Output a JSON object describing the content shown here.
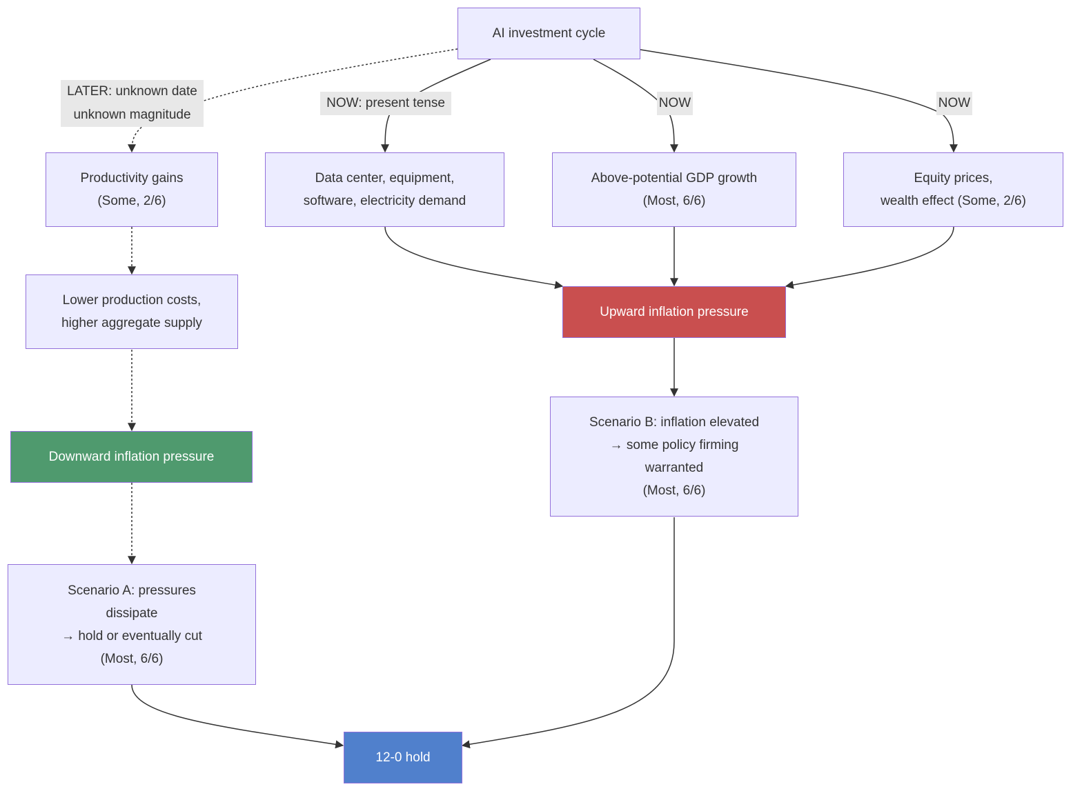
{
  "nodes": {
    "ai_cycle": {
      "lines": [
        "AI investment cycle"
      ]
    },
    "productivity": {
      "lines": [
        "Productivity gains",
        "(Some, 2/6)"
      ]
    },
    "data_center": {
      "lines": [
        "Data center, equipment,",
        "software, electricity demand"
      ]
    },
    "gdp": {
      "lines": [
        "Above-potential GDP growth",
        "(Most, 6/6)"
      ]
    },
    "equity": {
      "lines": [
        "Equity prices,",
        "wealth effect (Some, 2/6)"
      ]
    },
    "lower_costs": {
      "lines": [
        "Lower production costs,",
        "higher aggregate supply"
      ]
    },
    "upward": {
      "lines": [
        "Upward inflation pressure"
      ],
      "color": "#c94f4f"
    },
    "downward": {
      "lines": [
        "Downward inflation pressure"
      ],
      "color": "#4f9a6e"
    },
    "scenario_b": {
      "lines": [
        "Scenario B: inflation elevated",
        "→ some policy firming",
        "warranted",
        "(Most, 6/6)"
      ]
    },
    "scenario_a": {
      "lines": [
        "Scenario A: pressures",
        "dissipate",
        "→ hold or eventually cut",
        "(Most, 6/6)"
      ]
    },
    "hold": {
      "lines": [
        "12-0 hold"
      ],
      "color": "#5080cc"
    }
  },
  "edge_labels": {
    "later": {
      "lines": [
        "LATER: unknown date",
        "unknown magnitude"
      ]
    },
    "now_present": {
      "lines": [
        "NOW: present tense"
      ]
    },
    "now_gdp": {
      "lines": [
        "NOW"
      ]
    },
    "now_equity": {
      "lines": [
        "NOW"
      ]
    }
  }
}
